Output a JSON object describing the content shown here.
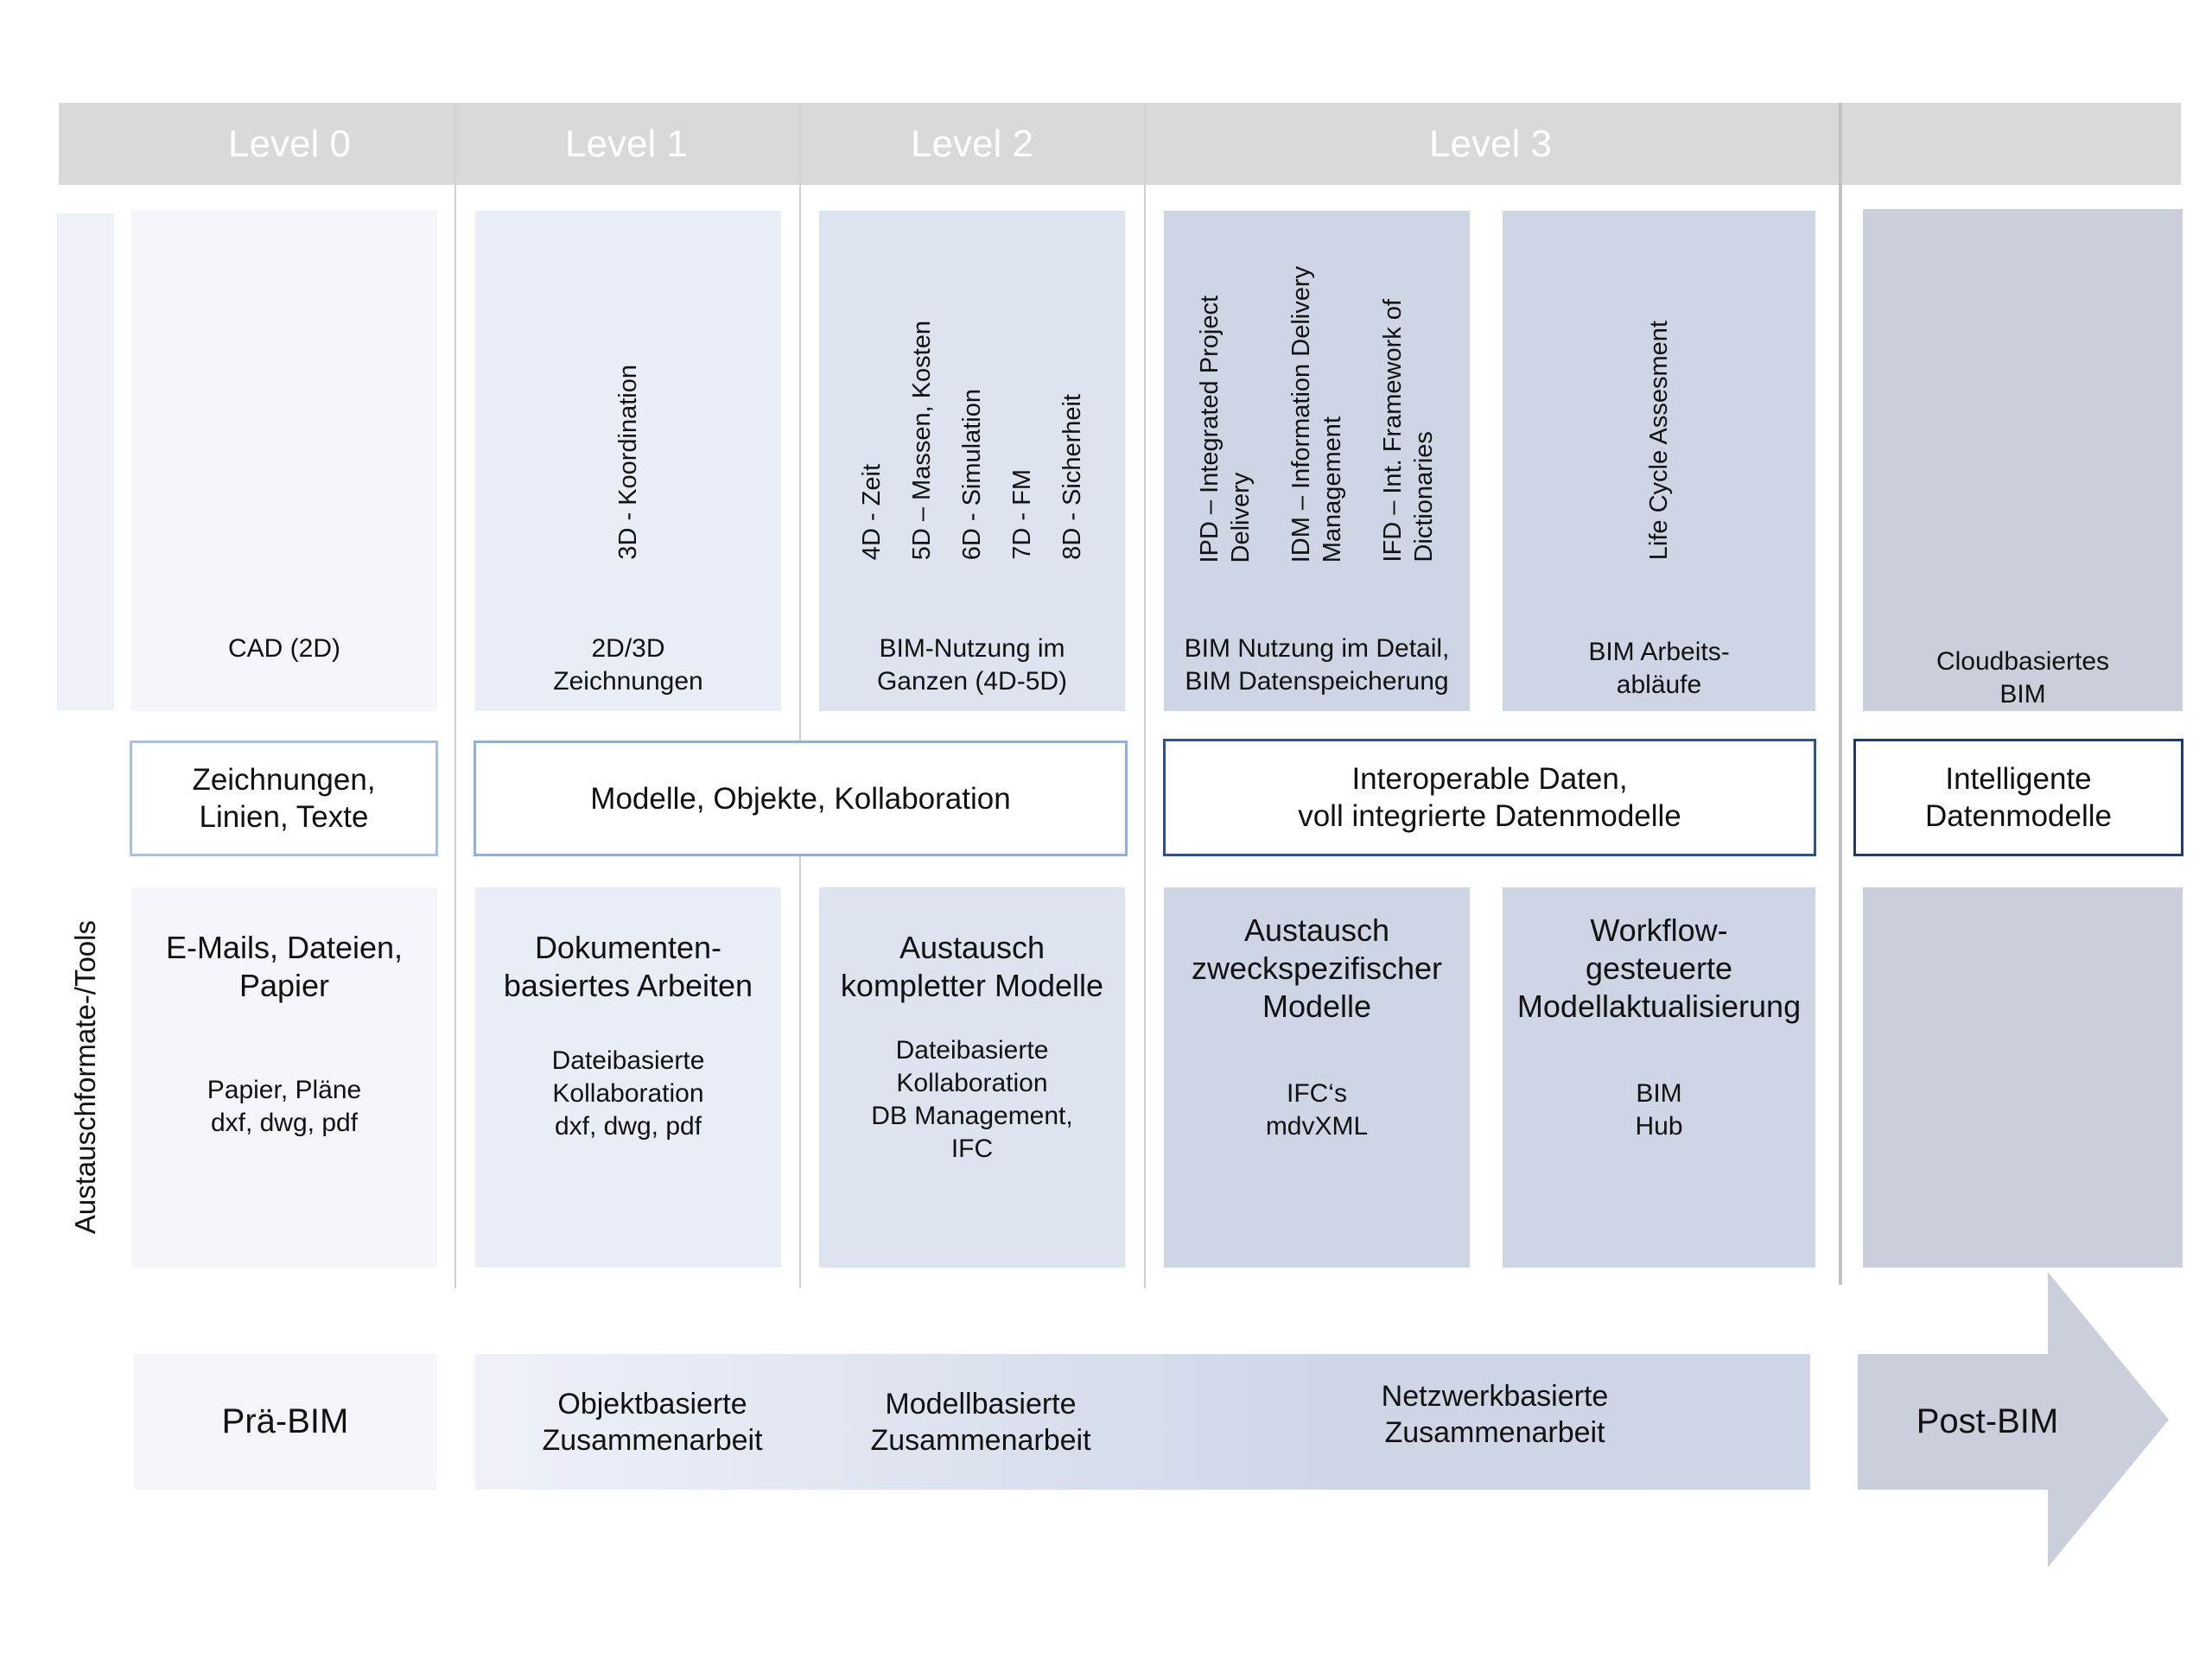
{
  "levels": [
    "Level 0",
    "Level 1",
    "Level 2",
    "Level 3"
  ],
  "side_label": "Austauschformate-/Tools",
  "top_row": {
    "level0": {
      "caption": "CAD (2D)"
    },
    "level1": {
      "items": [
        "3D - Koordination"
      ],
      "caption": "2D/3D\nZeichnungen"
    },
    "level2": {
      "items": [
        "4D - Zeit",
        "5D – Massen, Kosten",
        "6D - Simulation",
        "7D - FM",
        "8D - Sicherheit"
      ],
      "caption": "BIM-Nutzung im\nGanzen (4D-5D)"
    },
    "level3a": {
      "items": [
        "IPD – Integrated Project\nDelivery",
        "IDM – Information Delivery\nManagement",
        "IFD – Int. Framework of\nDictionaries"
      ],
      "caption": "BIM Nutzung im Detail,\nBIM Datenspeicherung"
    },
    "level3b": {
      "items": [
        "Life Cycle Assesment"
      ],
      "caption": "BIM Arbeits-\nabläufe"
    },
    "post": {
      "caption": "Cloudbasiertes\nBIM"
    }
  },
  "concepts": {
    "c0": "Zeichnungen,\nLinien, Texte",
    "c1": "Modelle, Objekte, Kollaboration",
    "c2": "Interoperable Daten,\nvoll integrierte Datenmodelle",
    "c3": "Intelligente\nDatenmodelle"
  },
  "tools": {
    "level0": {
      "title": "E-Mails, Dateien,\nPapier",
      "detail": "Papier, Pläne\ndxf, dwg, pdf"
    },
    "level1": {
      "title": "Dokumenten-\nbasiertes Arbeiten",
      "detail": "Dateibasierte\nKollaboration\ndxf, dwg, pdf"
    },
    "level2": {
      "title": "Austausch\nkompletter Modelle",
      "detail": "Dateibasierte\nKollaboration\nDB Management,\nIFC"
    },
    "level3a": {
      "title": "Austausch\nzweckspezifischer\nModelle",
      "detail": "IFC‘s\nmdvXML"
    },
    "level3b": {
      "title": "Workflow-\ngesteuerte\nModellaktualisierung",
      "detail": "BIM\nHub"
    }
  },
  "arrow": {
    "pre": "Prä-BIM",
    "objekt": "Objektbasierte\nZusammenarbeit",
    "modell": "Modellbasierte\nZusammenarbeit",
    "netzwerk": "Netzwerkbasierte\nZusammenarbeit",
    "post": "Post-BIM"
  },
  "colors": {
    "header": "#d9d9d9",
    "level0": "#f3f5fa",
    "level1": "#e9edf6",
    "level2": "#dde3ef",
    "level3": "#ced6e6",
    "post": "#cbcfdb",
    "concept_border_dark": "#1f3a6e"
  }
}
